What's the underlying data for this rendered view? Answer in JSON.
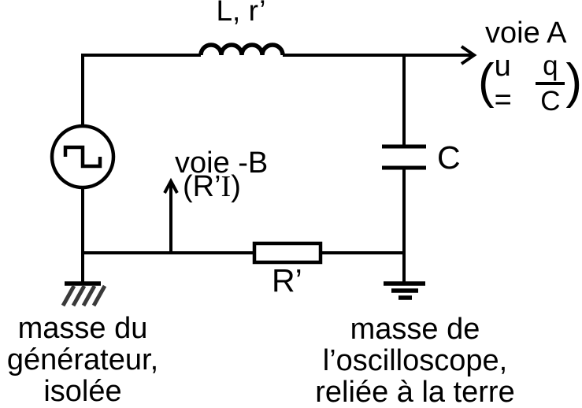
{
  "colors": {
    "line": "#000000",
    "background": "#ffffff",
    "hatch": "#3a3a3a"
  },
  "components": {
    "inductor_label": "L, r’",
    "capacitor_label": "C",
    "resistor_label": "R’"
  },
  "channels": {
    "a": {
      "name": "voie A",
      "formula_paren_open": "(",
      "formula_expression": "u =",
      "formula_numerator": "q",
      "formula_denominator": "C",
      "formula_paren_close": ")"
    },
    "b": {
      "name": "voie -B",
      "formula_prefix": "(R’",
      "formula_current": "I",
      "formula_close": ")"
    }
  },
  "captions": {
    "generator_ground": {
      "lines": [
        "masse du",
        "générateur,",
        "isolée"
      ]
    },
    "oscilloscope_ground": {
      "lines": [
        "masse de",
        "l’oscilloscope,",
        "reliée à la terre"
      ]
    }
  }
}
